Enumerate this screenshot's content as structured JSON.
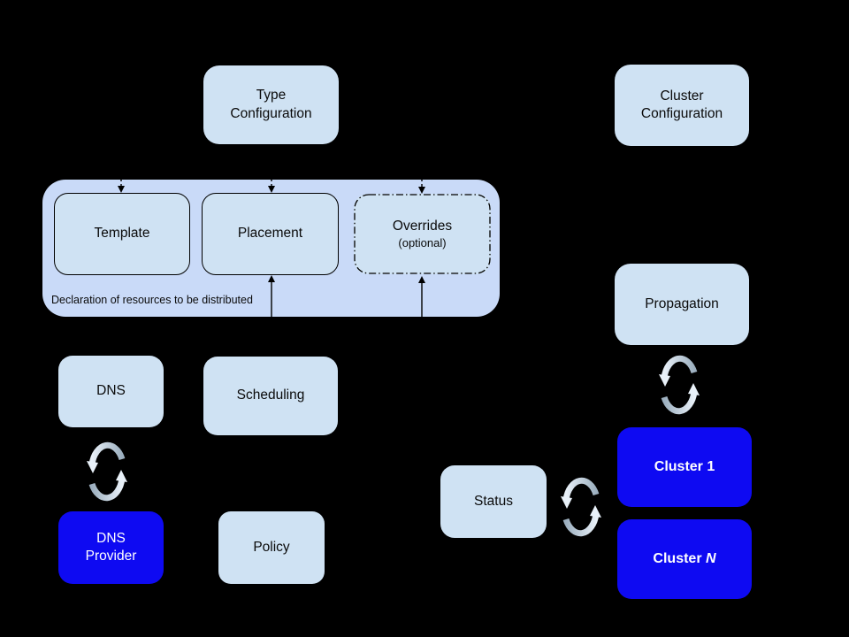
{
  "diagram": {
    "kind": "architecture-diagram",
    "background": "#000000",
    "colors": {
      "node_fill": "#cfe2f3",
      "group_fill": "#c9daf8",
      "highlight_fill": "#0e0af2",
      "text_dark": "#0a0a0a",
      "text_light": "#ffffff",
      "sync_arrow_gray": "#9cafbf",
      "sync_arrow_light": "#e9f1f9",
      "connector": "#000000"
    },
    "nodes": {
      "type_configuration": {
        "label": "Type Configuration"
      },
      "cluster_configuration": {
        "label": "Cluster Configuration"
      },
      "template": {
        "label": "Template"
      },
      "placement": {
        "label": "Placement"
      },
      "overrides": {
        "label": "Overrides",
        "sublabel": "(optional)"
      },
      "group": {
        "caption": "Declaration of resources to be distributed"
      },
      "dns": {
        "label": "DNS"
      },
      "scheduling": {
        "label": "Scheduling"
      },
      "dns_provider": {
        "label": "DNS Provider"
      },
      "policy": {
        "label": "Policy"
      },
      "propagation": {
        "label": "Propagation"
      },
      "status": {
        "label": "Status"
      },
      "cluster_1": {
        "label": "Cluster 1"
      },
      "cluster_n": {
        "prefix": "Cluster ",
        "suffix": "N"
      }
    },
    "edges": [
      {
        "from": "type_configuration",
        "to": "template",
        "style": "dashed",
        "arrow": "down"
      },
      {
        "from": "type_configuration",
        "to": "placement",
        "style": "dashed",
        "arrow": "down"
      },
      {
        "from": "type_configuration",
        "to": "overrides",
        "style": "dashed",
        "arrow": "down"
      },
      {
        "to": "placement",
        "style": "solid",
        "arrow": "up"
      },
      {
        "to": "overrides",
        "style": "solid",
        "arrow": "up"
      },
      {
        "between": [
          "dns",
          "dns_provider"
        ],
        "style": "sync-arrows"
      },
      {
        "between": [
          "propagation",
          "cluster_1"
        ],
        "style": "sync-arrows"
      },
      {
        "between": [
          "status",
          "cluster_1"
        ],
        "style": "sync-arrows"
      }
    ],
    "icons": {
      "sync": "two curved arrows forming a cycle"
    }
  }
}
